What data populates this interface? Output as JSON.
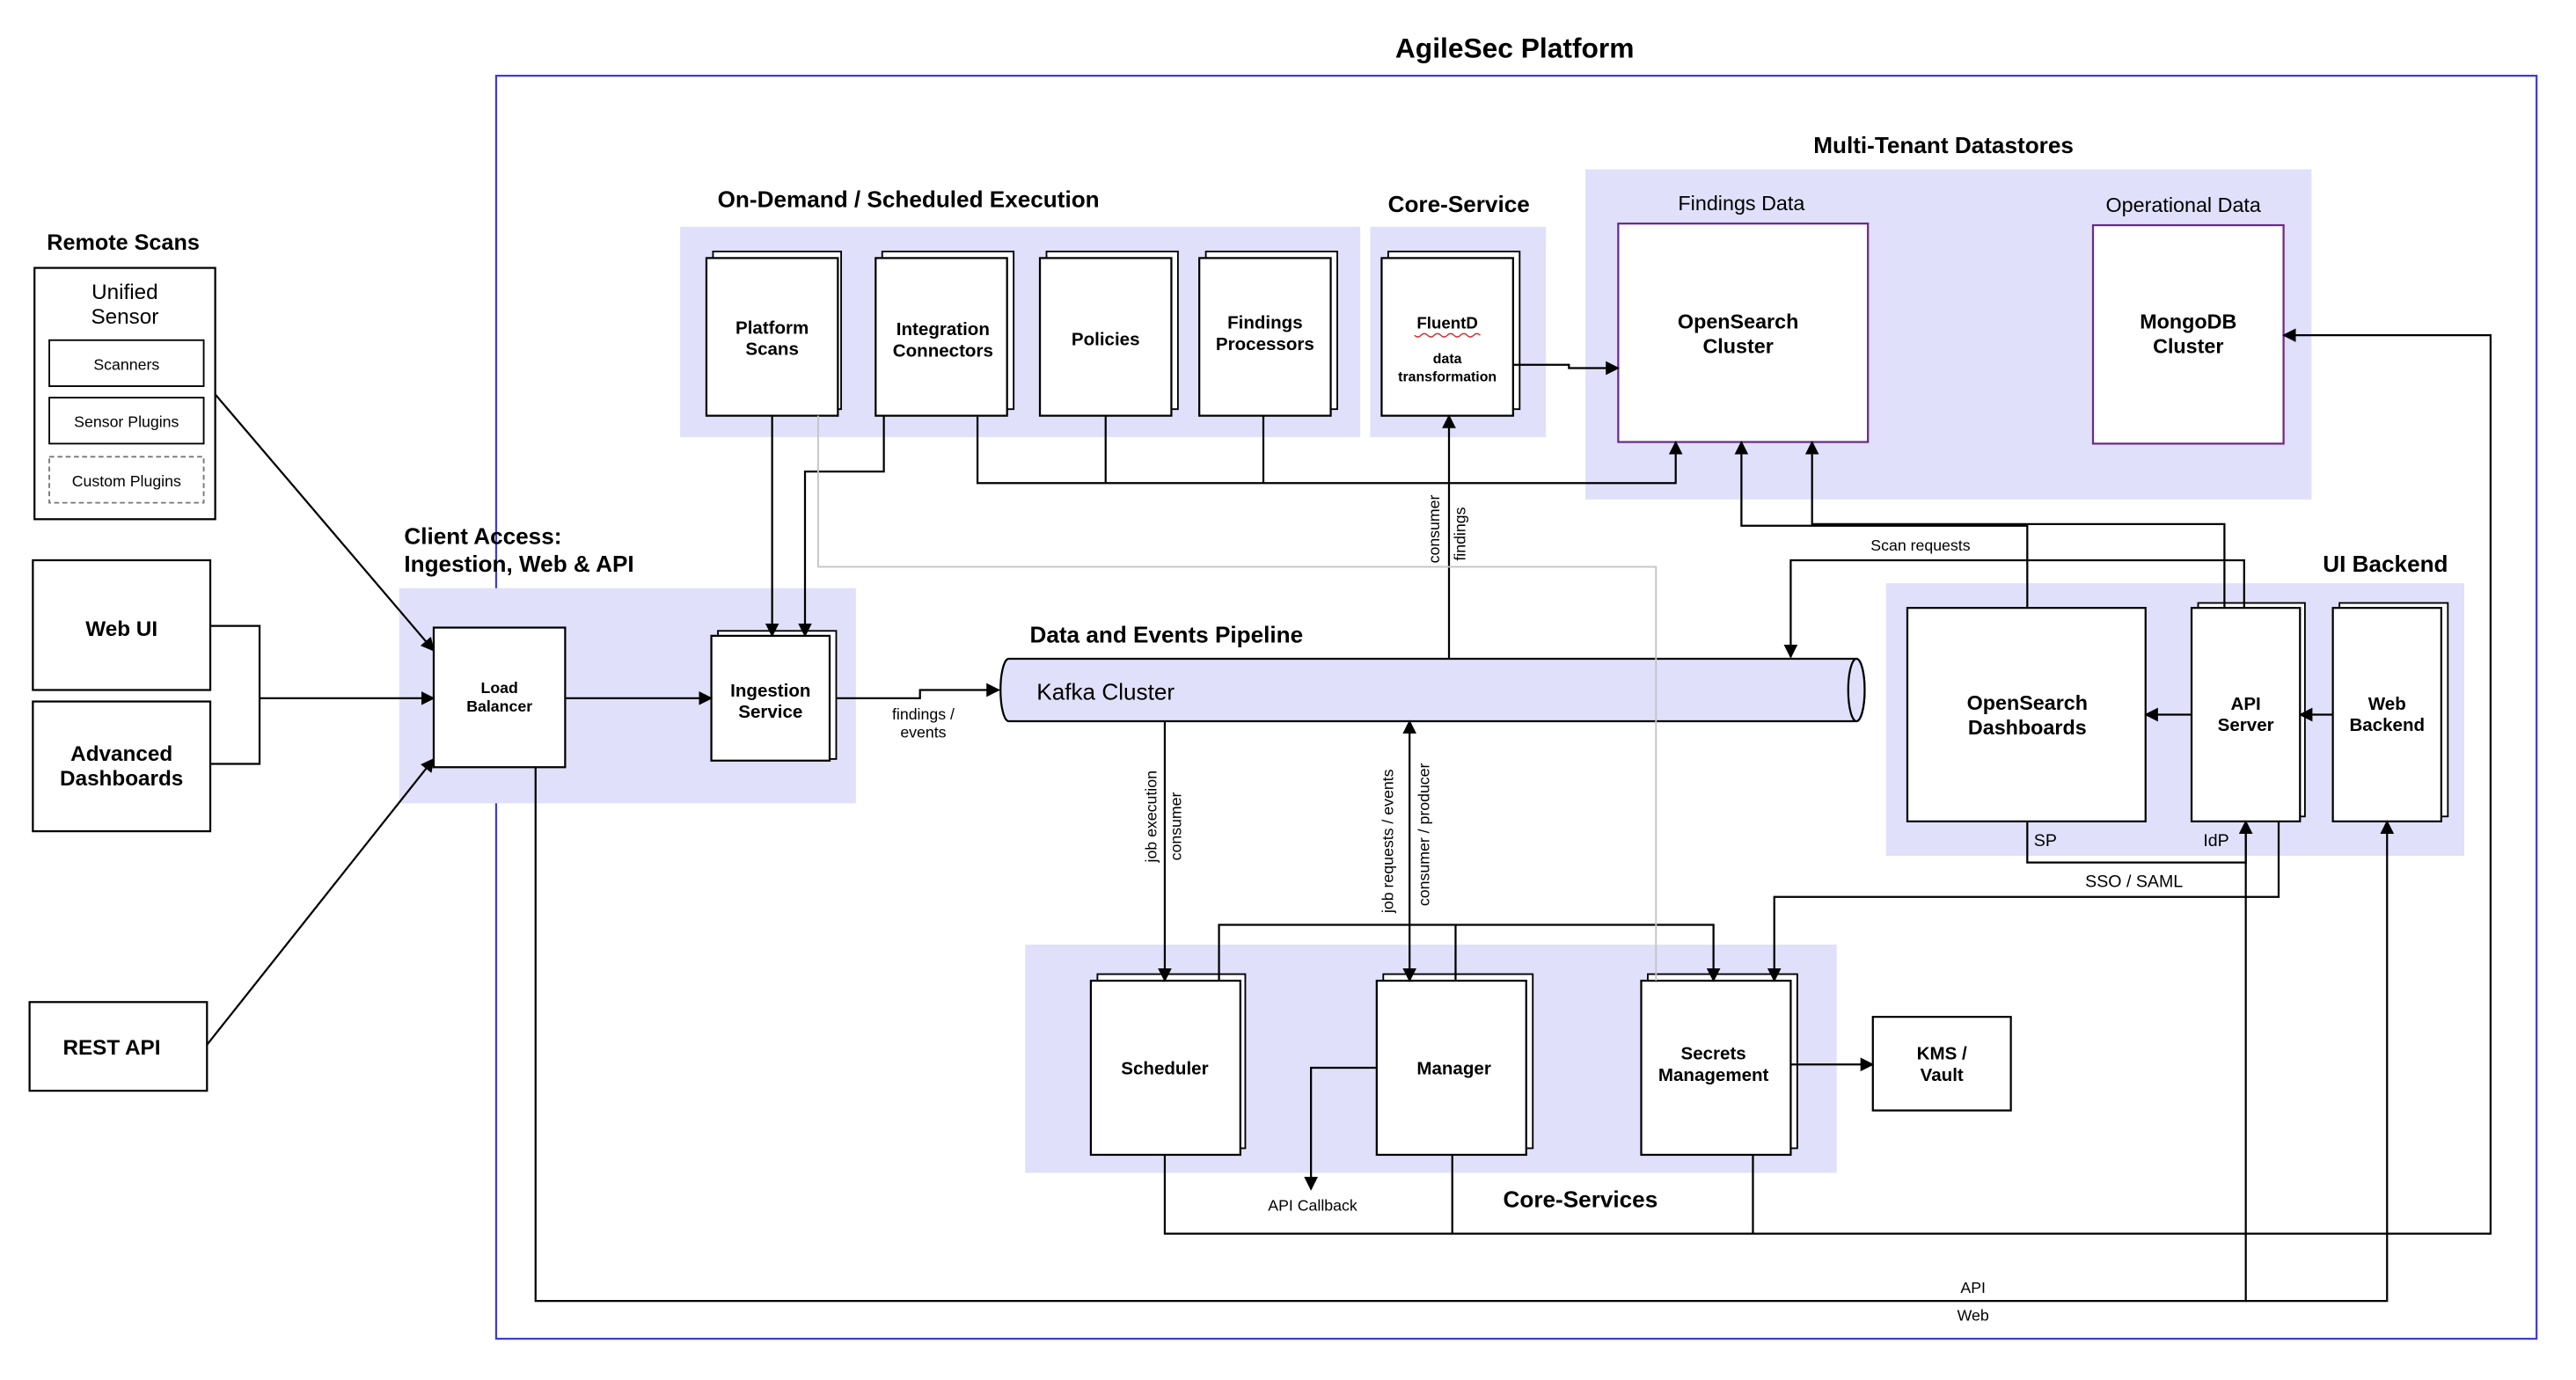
{
  "title": "AgileSec Platform",
  "groups": {
    "remote_scans": "Remote Scans",
    "client_access_line1": "Client Access:",
    "client_access_line2": "Ingestion, Web & API",
    "on_demand": "On-Demand  / Scheduled Execution",
    "core_service": "Core-Service",
    "multi_tenant": "Multi-Tenant Datastores",
    "findings_data": "Findings Data",
    "operational_data": "Operational  Data",
    "pipeline": "Data and Events Pipeline",
    "ui_backend": "UI Backend",
    "core_services": "Core-Services"
  },
  "nodes": {
    "unified_sensor": [
      "Unified",
      "Sensor"
    ],
    "scanners": "Scanners",
    "sensor_plugins": "Sensor Plugins",
    "custom_plugins": "Custom Plugins",
    "web_ui": "Web UI",
    "advanced_dashboards": [
      "Advanced",
      "Dashboards"
    ],
    "rest_api": "REST API",
    "load_balancer": [
      "Load",
      "Balancer"
    ],
    "ingestion_service": [
      "Ingestion",
      "Service"
    ],
    "platform_scans": [
      "Platform",
      "Scans"
    ],
    "integration_connectors": [
      "Integration",
      "Connectors"
    ],
    "policies": "Policies",
    "findings_processors": [
      "Findings",
      "Processors"
    ],
    "fluentd": "FluentD",
    "fluentd_sub": [
      "data",
      "transformation"
    ],
    "opensearch_cluster": [
      "OpenSearch",
      "Cluster"
    ],
    "mongodb_cluster": [
      "MongoDB",
      "Cluster"
    ],
    "kafka_cluster": "Kafka Cluster",
    "opensearch_dashboards": [
      "OpenSearch",
      "Dashboards"
    ],
    "api_server": [
      "API",
      "Server"
    ],
    "web_backend": [
      "Web",
      "Backend"
    ],
    "scheduler": "Scheduler",
    "manager": "Manager",
    "secrets_management": [
      "Secrets",
      "Management"
    ],
    "kms_vault": [
      "KMS /",
      "Vault"
    ]
  },
  "edge_labels": {
    "findings_events": [
      "findings /",
      "events"
    ],
    "consumer_findings": [
      "consumer",
      "findings"
    ],
    "scan_requests": "Scan requests",
    "job_execution_consumer": [
      "job execution",
      "consumer"
    ],
    "job_requests_events": "job requests / events",
    "consumer_producer": "consumer / producer",
    "sp": "SP",
    "idp": "IdP",
    "sso_saml": "SSO / SAML",
    "api_callback": "API Callback",
    "api": "API",
    "web": "Web"
  },
  "colors": {
    "group_fill": "#e0e0fa",
    "platform_border": "#3c3cd2",
    "datastore_border": "#6a2a8a",
    "line": "#000000",
    "gray_line": "#c4c4c4"
  }
}
